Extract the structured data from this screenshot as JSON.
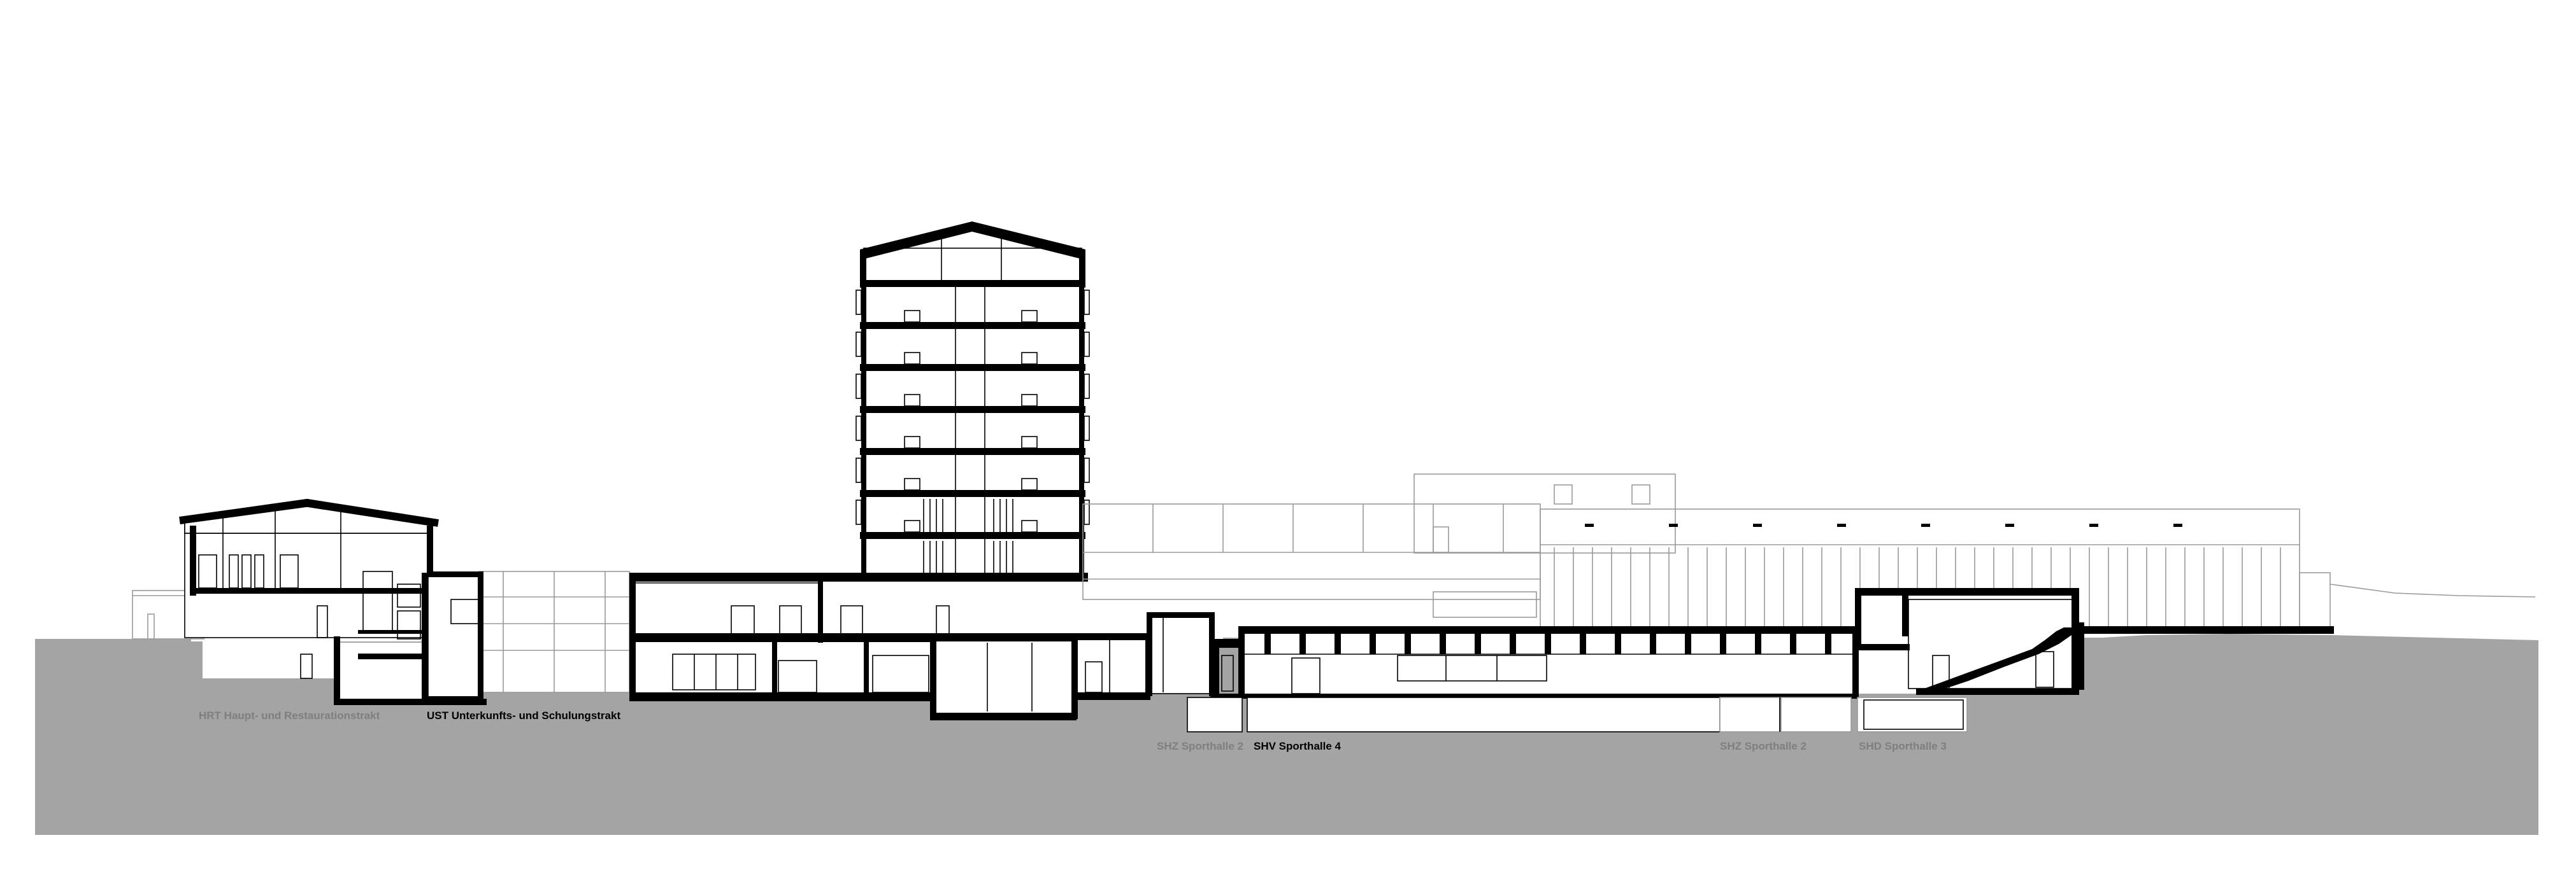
{
  "labels": {
    "hrt": "HRT Haupt- und Restaurationstrakt",
    "ust": "UST Unterkunfts- und Schulungstrakt",
    "shz_left": "SHZ Sporthalle 2",
    "shv": "SHV Sporthalle 4",
    "shz_right": "SHZ Sporthalle 2",
    "shd": "SHD Sporthalle 3"
  },
  "colors": {
    "ground": "#a4a4a4",
    "cut": "#000000",
    "elevation_line": "#9a9a9a",
    "active_label": "#000000",
    "muted_label": "#7f7f7f"
  },
  "tower": {
    "floor_count": 7
  }
}
